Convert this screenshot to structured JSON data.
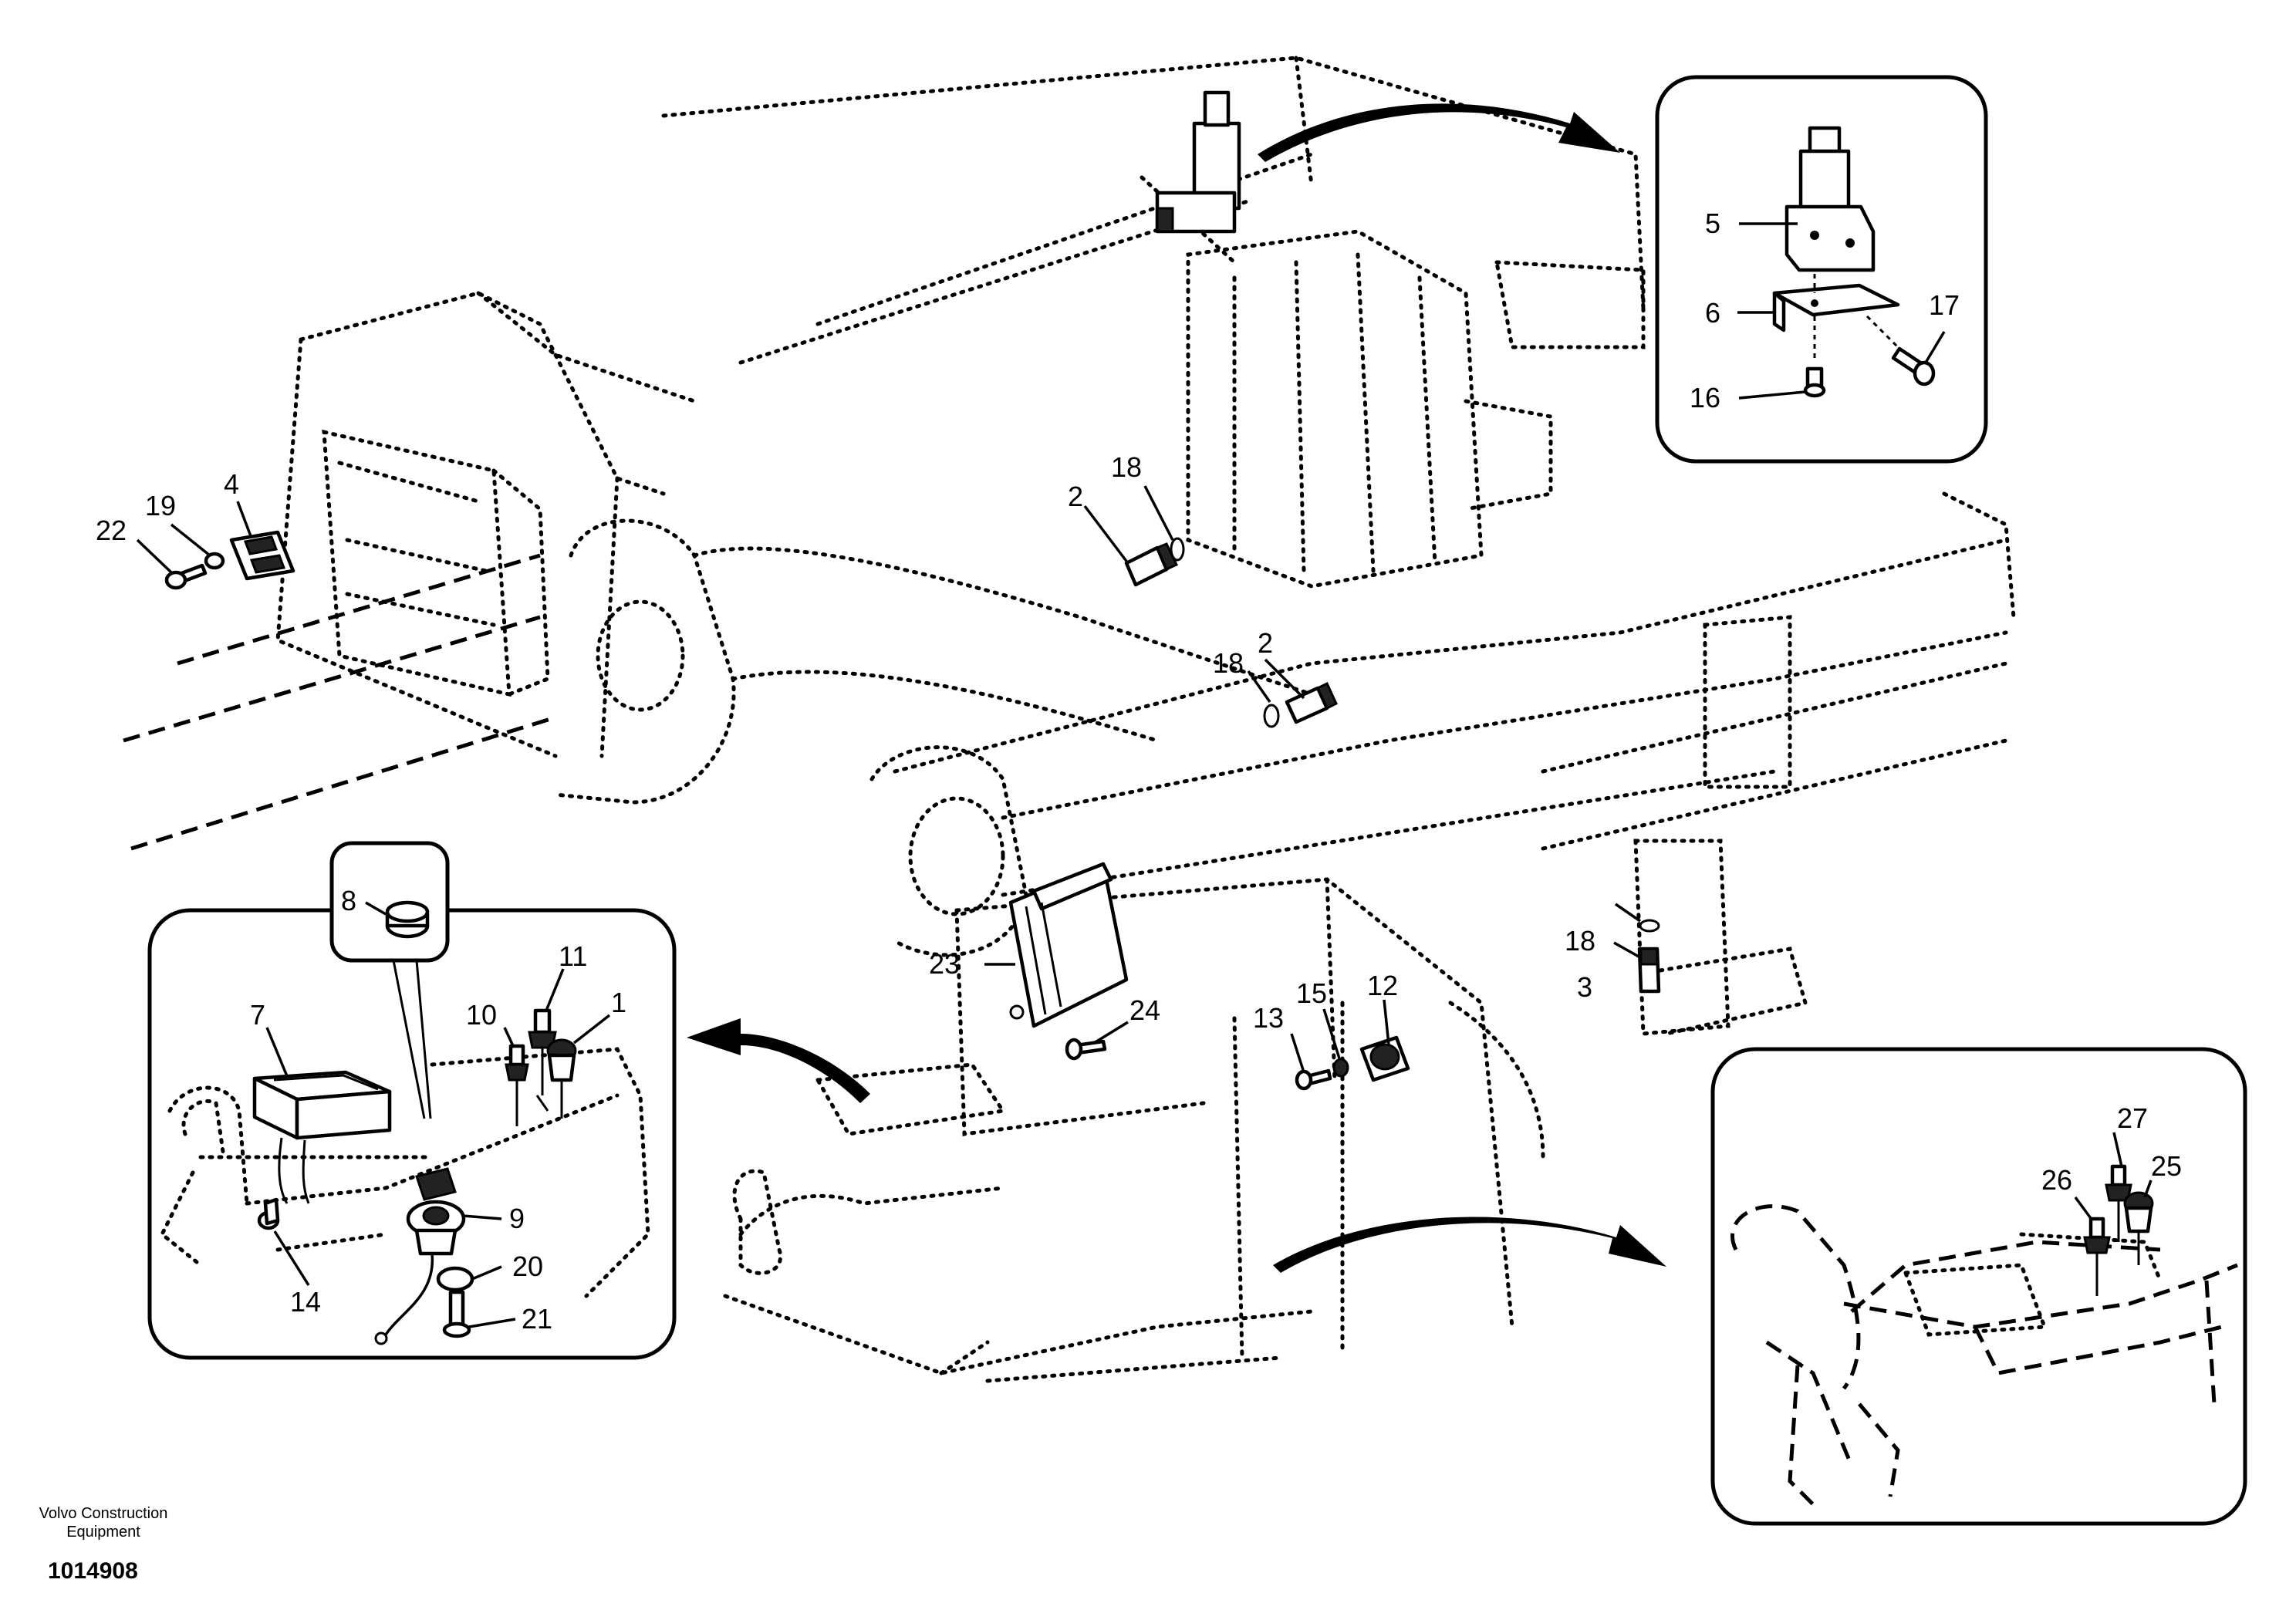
{
  "publisher": {
    "line1": "Volvo Construction",
    "line2": "Equipment"
  },
  "figure_number": "1014908",
  "callouts": {
    "c1": "1",
    "c2a": "2",
    "c2b": "2",
    "c3": "3",
    "c4": "4",
    "c5": "5",
    "c6": "6",
    "c7": "7",
    "c8": "8",
    "c9": "9",
    "c10": "10",
    "c11": "11",
    "c12": "12",
    "c13": "13",
    "c14": "14",
    "c15": "15",
    "c16": "16",
    "c17": "17",
    "c18a": "18",
    "c18b": "18",
    "c18c": "18",
    "c19": "19",
    "c20": "20",
    "c21": "21",
    "c22": "22",
    "c23": "23",
    "c24": "24",
    "c25": "25",
    "c26": "26",
    "c27": "27"
  }
}
